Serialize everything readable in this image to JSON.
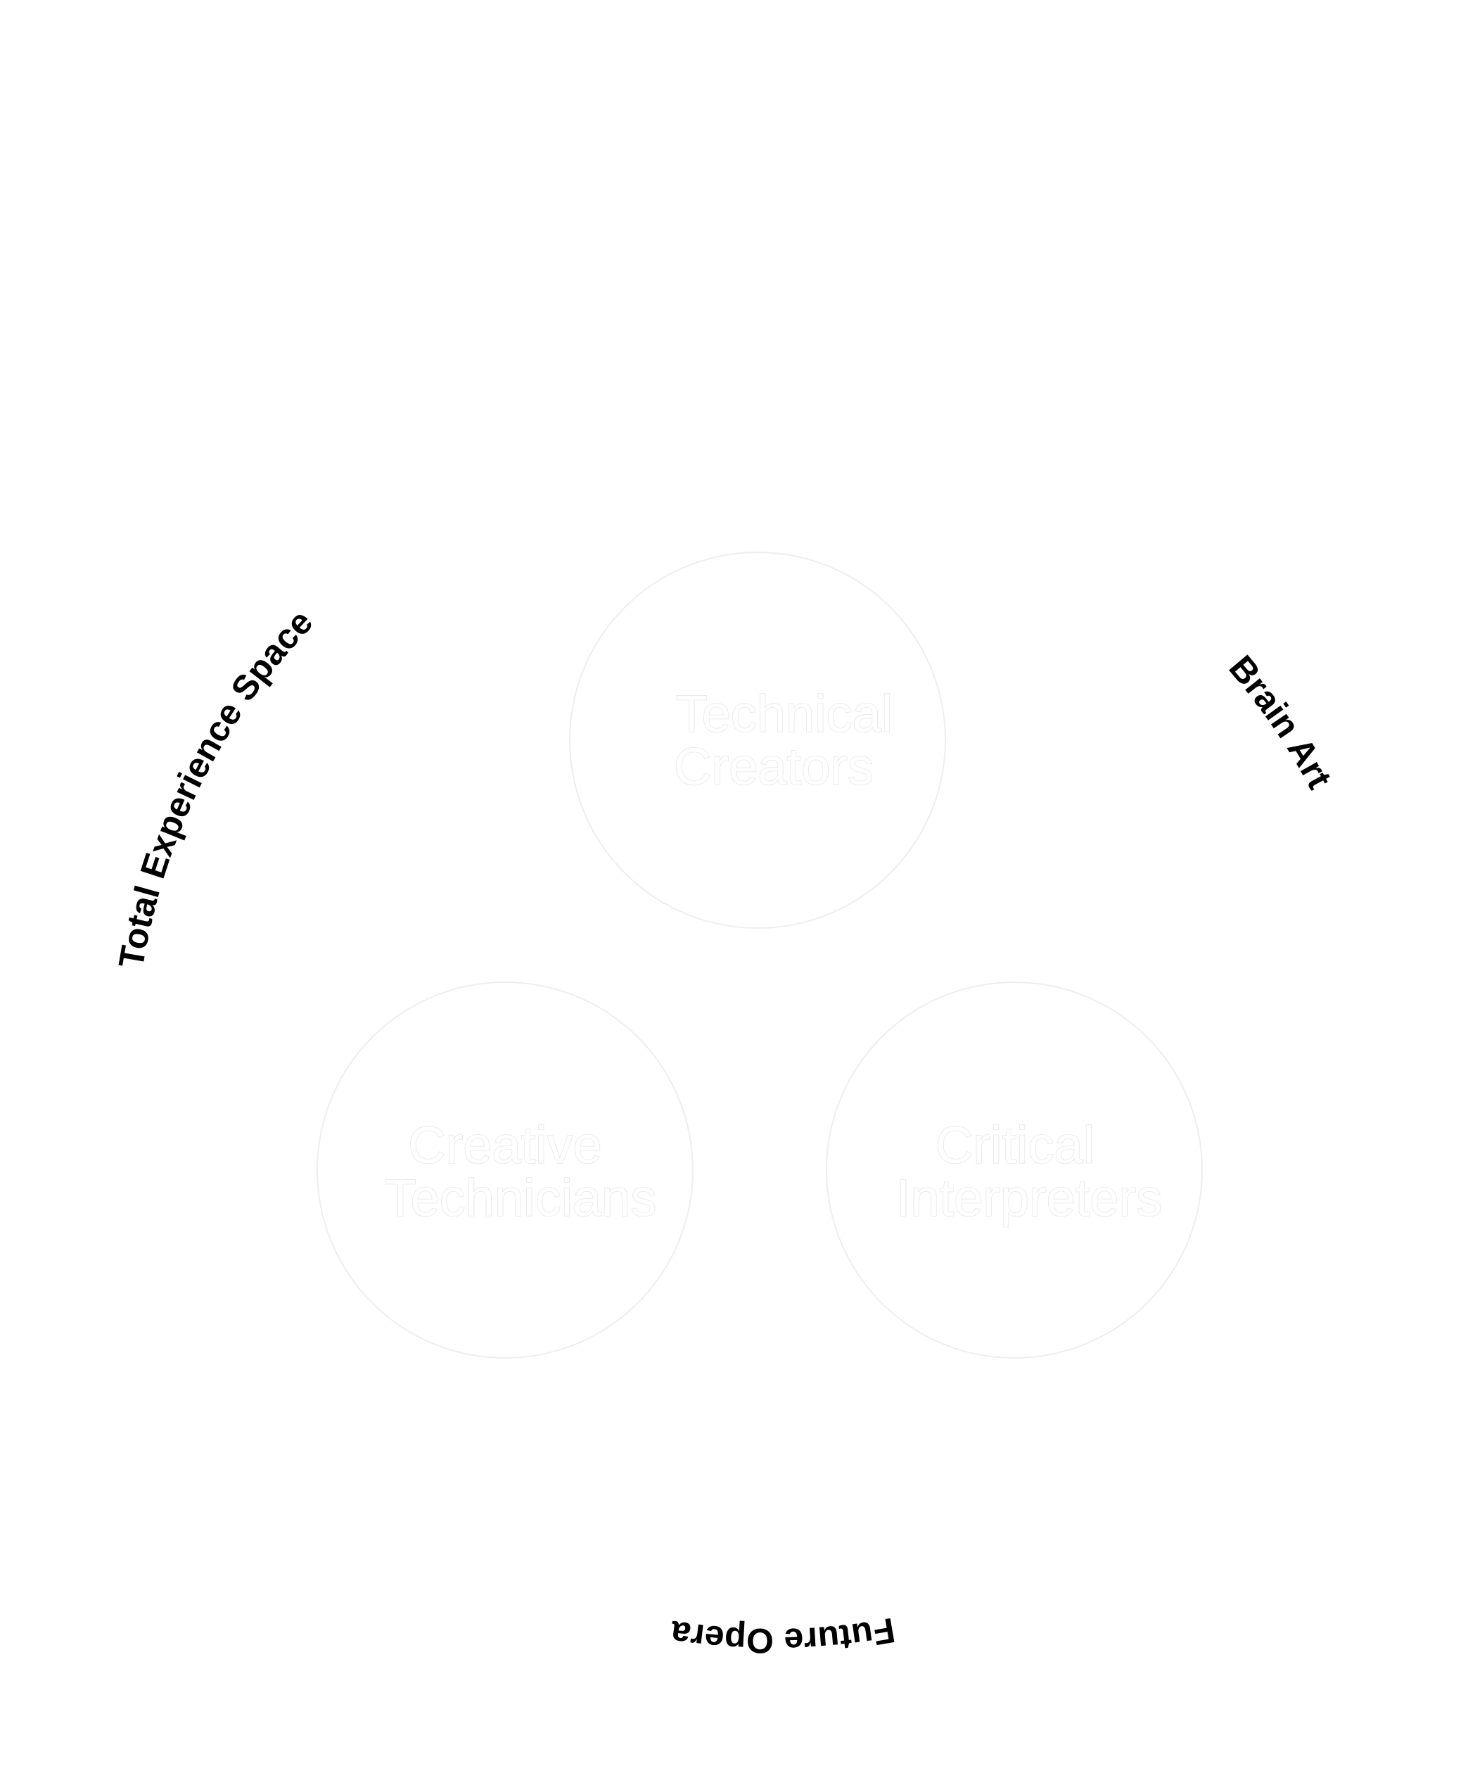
{
  "arc_labels": {
    "total_experience_space": "Total Experience Space",
    "brain_art": "Brain Art",
    "future_opera": "Future Opera"
  },
  "circles": {
    "top": {
      "line1": "Technical",
      "line2": "Creators"
    },
    "left": {
      "line1": "Creative",
      "line2": "Technicians"
    },
    "right": {
      "line1": "Critical",
      "line2": "Interpreters"
    }
  },
  "colors": {
    "background": "#ffffff",
    "label_text": "#000000",
    "circle_outline": "#eeeeee",
    "circle_text_outline": "#e6e6e6"
  }
}
